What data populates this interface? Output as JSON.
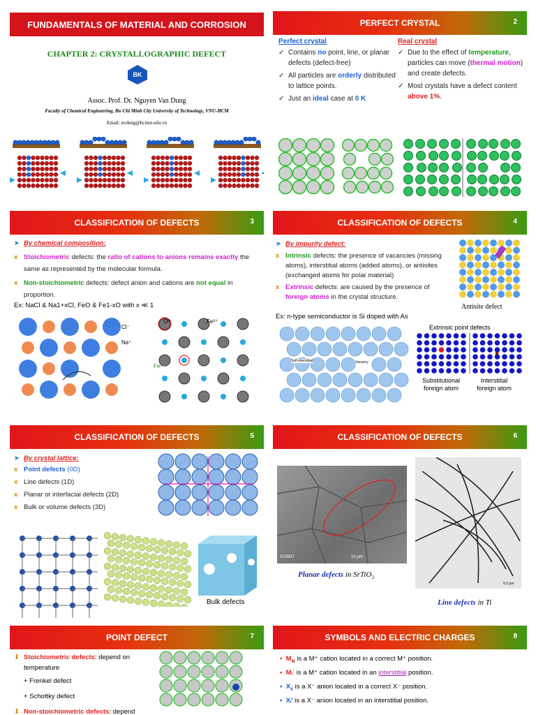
{
  "s1": {
    "title": "FUNDAMENTALS OF MATERIAL AND CORROSION",
    "chapter": "CHAPTER 2: CRYSTALLOGRAPHIC DEFECT",
    "logo": "BK",
    "author": "Assoc. Prof. Dr. Nguyen Van Dung",
    "affiliation": "Faculty of Chemical Engineering, Ho Chi Minh City University of Technology, VNU-HCM",
    "email": "Email: nvdung@hcmut.edu.vn"
  },
  "s2": {
    "title": "PERFECT CRYSTAL",
    "num": "2",
    "left_head": "Perfect crystal",
    "right_head": "Real crystal",
    "l1a": "Contains ",
    "l1b": "no",
    "l1c": " point, line, or planar defects (defect-free)",
    "l2a": "All particles are ",
    "l2b": "orderly",
    "l2c": " distributed to lattice points.",
    "l3a": "Just an ",
    "l3b": "ideal",
    "l3c": " case at ",
    "l3d": "0 K",
    "r1a": "Due to the effect of ",
    "r1b": "temperature",
    "r1c": ", particles can move (",
    "r1d": "thermal motion",
    "r1e": ") and create defects.",
    "r2a": "Most crystals have a defect content ",
    "r2b": "above 1%",
    "r2c": "."
  },
  "s3": {
    "title": "CLASSIFICATION OF DEFECTS",
    "num": "3",
    "by": "By chemical composition:",
    "b1a": "Stoichiometric",
    "b1b": " defects: the ",
    "b1c": "ratio of cations to anions remains exactly",
    "b1d": " the same as represented by the molecular formula.",
    "b2a": "Non-stoichiometric",
    "b2b": " defects: defect anion and cations are ",
    "b2c": "not equal",
    "b2d": " in proportion.",
    "ex": "Ex: NaCl & Na1+xCl, FeO & Fe1-xO with x ≪ 1",
    "cl": "Cl⁻",
    "na": "Na⁺",
    "o": "O²⁻",
    "fe": "Fe²⁺",
    "fe3": "Fe³⁺"
  },
  "s4": {
    "title": "CLASSIFICATION OF DEFECTS",
    "num": "4",
    "by": "By impurity defect:",
    "b1a": "Intrinsic",
    "b1b": " defects: the presence of vacancies (missing atoms), interstitial atoms (added atoms), or antisites (exchanged atoms for polar material)",
    "b2a": "Extrinsic",
    "b2b": " defects: are caused by the presence of ",
    "b2c": "foreign atoms",
    "b2d": " in the crystal structure.",
    "antisite": "Antisite defect",
    "ex": "Ex: n-type semiconductor is Si doped with As",
    "extrinsic_title": "Extrinsic point defects",
    "self": "Self-interstitial",
    "vacancy": "Vacancy",
    "subst": "Substitutional foreign atom",
    "inter": "Interstitial foreign atom"
  },
  "s5": {
    "title": "CLASSIFICATION OF DEFECTS",
    "num": "5",
    "by": "By crystal lattice:",
    "items": [
      "Point defects",
      "Line defects (1D)",
      "Planar or interfacial defects (2D)",
      "Bulk or volume defects (3D)"
    ],
    "pd_suffix": " (0D)",
    "bulk": "Bulk defects"
  },
  "s6": {
    "title": "CLASSIFICATION OF DEFECTS",
    "num": "6",
    "planar": "Planar defects",
    "planar_in": " in SrTiO",
    "planar_sub": "3",
    "line": "Line defects",
    "line_in": " in Ti",
    "sem_id": "S10007",
    "scale": "10 μm",
    "scale2": "0.2 μm"
  },
  "s7": {
    "title": "POINT DEFECT",
    "num": "7",
    "b1a": "Stoichiometric defects",
    "b1b": ": depend on temperature",
    "f": "+ Frenkel defect",
    "sch": "+ Schottky defect",
    "b2a": "Non-stoichiometric defects",
    "b2b": ": depend"
  },
  "s8": {
    "title": "SYMBOLS AND ELECTRIC CHARGES",
    "num": "8",
    "rows": [
      {
        "sym": "M",
        "sub": "M",
        "txt": " is a M⁺ cation located in a correct M⁺ position."
      },
      {
        "sym": "Mᵢ˙",
        "sub": "",
        "txt": " is a M⁺ cation located in an ",
        "link": "interstitial",
        "txt2": " position."
      },
      {
        "sym": "X",
        "sub": "X",
        "txt": " is a X⁻ anion located in a correct X⁻ position."
      },
      {
        "sym": "Xᵢ'",
        "sub": "",
        "txt": " is a X⁻ anion located in an interstitial position."
      }
    ]
  },
  "colors": {
    "red": "#e02020",
    "blue": "#1a5fd6",
    "green": "#1e9b1e",
    "magenta": "#d01fd0",
    "header_red": "#d4141b"
  }
}
